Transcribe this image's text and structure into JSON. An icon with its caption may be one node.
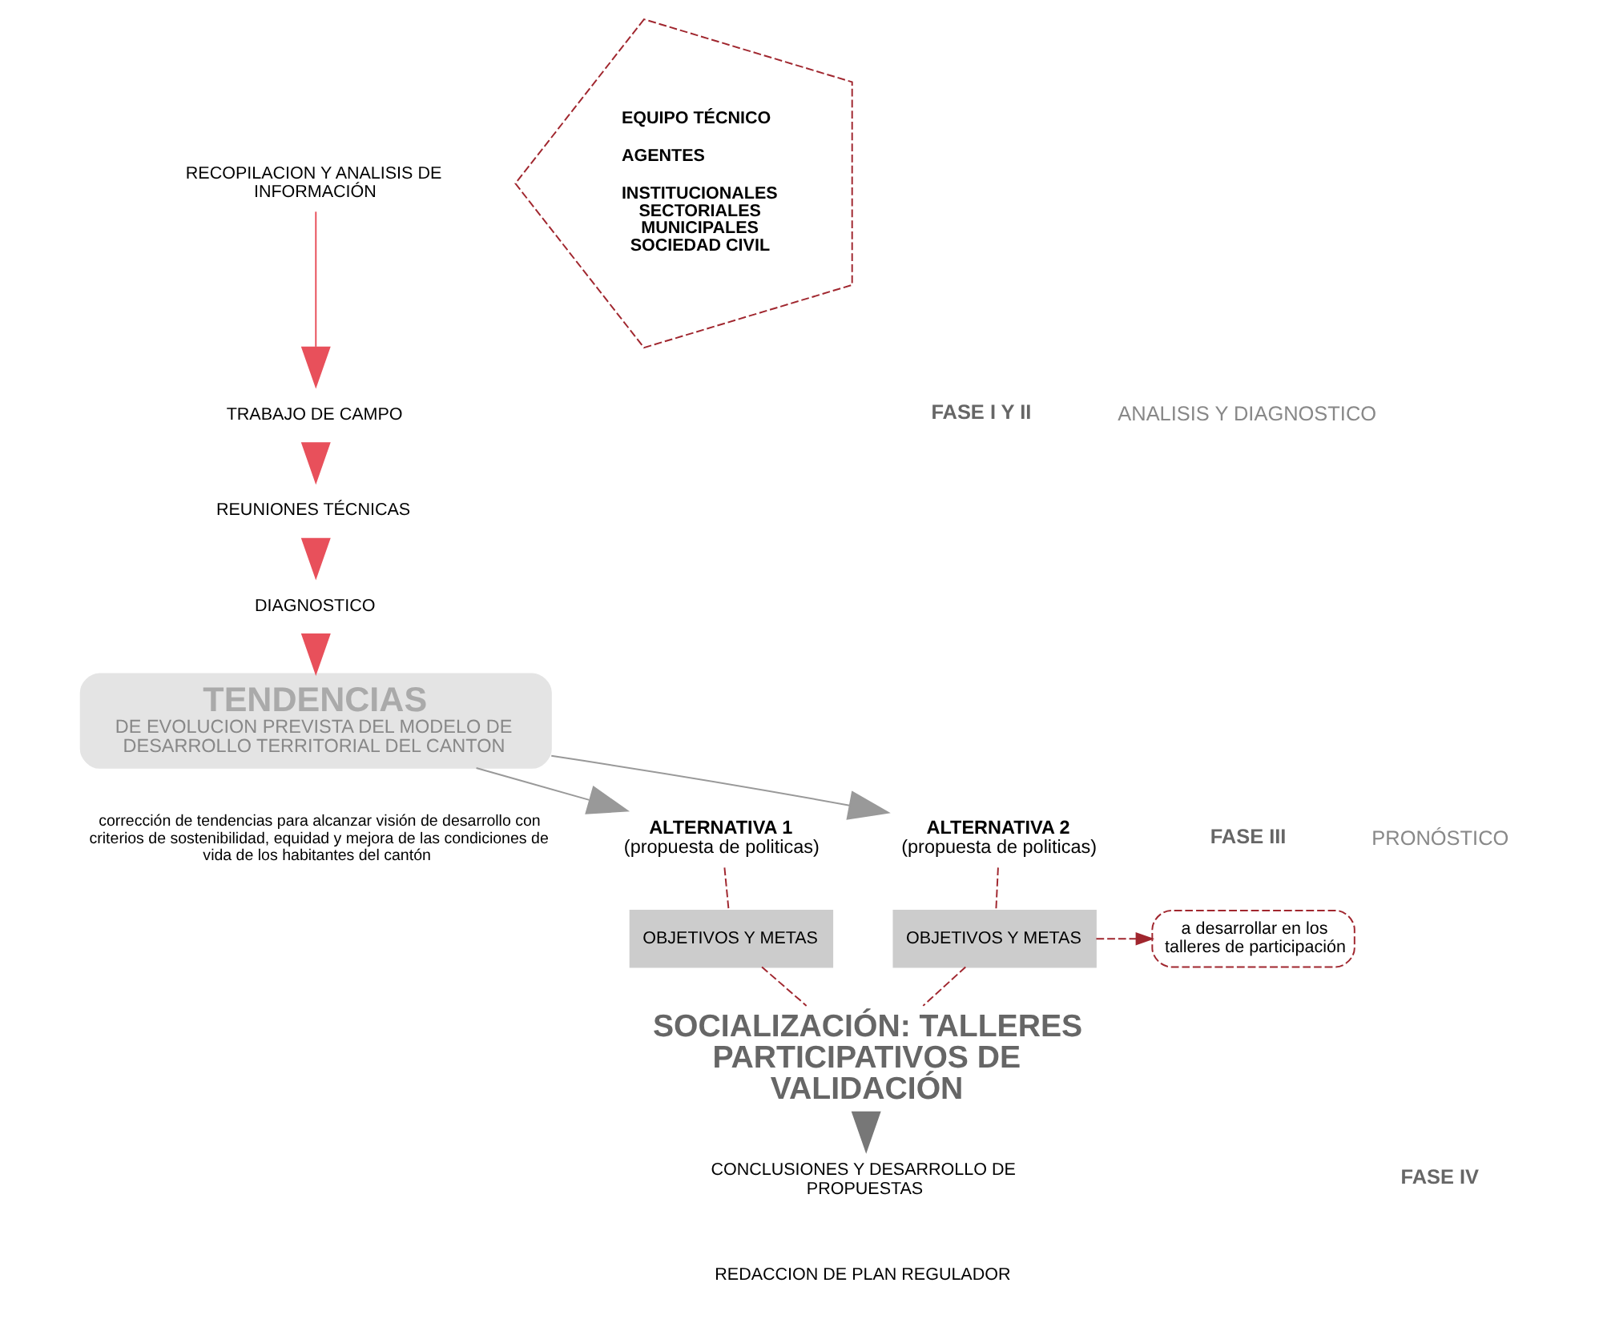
{
  "diagram": {
    "nodes": [
      {
        "text": [
          "RECOPILACION Y ANALISIS DE INFORMACIÓN"
        ]
      },
      {
        "text": [
          "TRABAJO DE CAMPO"
        ]
      },
      {
        "text": [
          "REUNIONES TÉCNICAS"
        ]
      },
      {
        "text": [
          "DIAGNOSTICO"
        ]
      },
      {
        "text": [
          "TENDENCIAS",
          "DE EVOLUCION PREVISTA DEL MODELO DE DESARROLLO TERRITORIAL DEL CANTON"
        ],
        "beside": [
          "corrección de tendencias para alcanzar visión de desarrollo con criterios de sostenibilidad, equidad y mejora de las condiciones de vida de los habitantes del cantón"
        ]
      },
      {
        "text": [
          "ALTERNATIVA 1",
          "(propuesta de politicas)"
        ]
      },
      {
        "text": [
          "ALTERNATIVA 2",
          "(propuesta de politicas)"
        ]
      },
      {
        "text": [
          "OBJETIVOS Y METAS"
        ]
      },
      {
        "text": [
          "OBJETIVOS Y METAS"
        ]
      },
      {
        "text": [
          "a desarrollar en los talleres de participación"
        ]
      },
      {
        "text": [
          "SOCIALIZACIÓN: TALLERES PARTICIPATIVOS DE VALIDACIÓN"
        ]
      },
      {
        "text": [
          "CONCLUSIONES Y DESARROLLO DE PROPUESTAS"
        ]
      },
      {
        "text": [
          "REDACCION DE PLAN REGULADOR"
        ]
      },
      {
        "text": [
          "EQUIPO TÉCNICO",
          "AGENTES",
          "INSTITUCIONALES SECTORIALES MUNICIPALES SOCIEDAD CIVIL"
        ]
      }
    ],
    "edges": [
      {
        "from": 0,
        "to": 1,
        "arrow": "to",
        "color": "#e8505b"
      },
      {
        "from": 1,
        "to": 2,
        "arrow": "to",
        "color": "#e8505b"
      },
      {
        "from": 2,
        "to": 3,
        "arrow": "to",
        "color": "#e8505b"
      },
      {
        "from": 3,
        "to": 4,
        "arrow": "to",
        "color": "#e8505b"
      },
      {
        "from": 4,
        "to": 5,
        "arrow": "to",
        "color": "#999999"
      },
      {
        "from": 4,
        "to": 6,
        "arrow": "to",
        "color": "#999999"
      },
      {
        "from": 5,
        "to": 7,
        "arrow": "none",
        "style": "dashed"
      },
      {
        "from": 6,
        "to": 8,
        "arrow": "none",
        "style": "dashed"
      },
      {
        "from": 8,
        "to": 9,
        "arrow": "to",
        "style": "dashed"
      },
      {
        "from": 7,
        "to": 10,
        "arrow": "none",
        "style": "dashed"
      },
      {
        "from": 8,
        "to": 10,
        "arrow": "none",
        "style": "dashed"
      },
      {
        "from": 10,
        "to": 11,
        "arrow": "to",
        "color": "#777777"
      }
    ],
    "labels": [
      "FASE I Y II",
      "ANALISIS Y DIAGNOSTICO",
      "FASE III",
      "PRONÓSTICO",
      "FASE IV"
    ]
  }
}
